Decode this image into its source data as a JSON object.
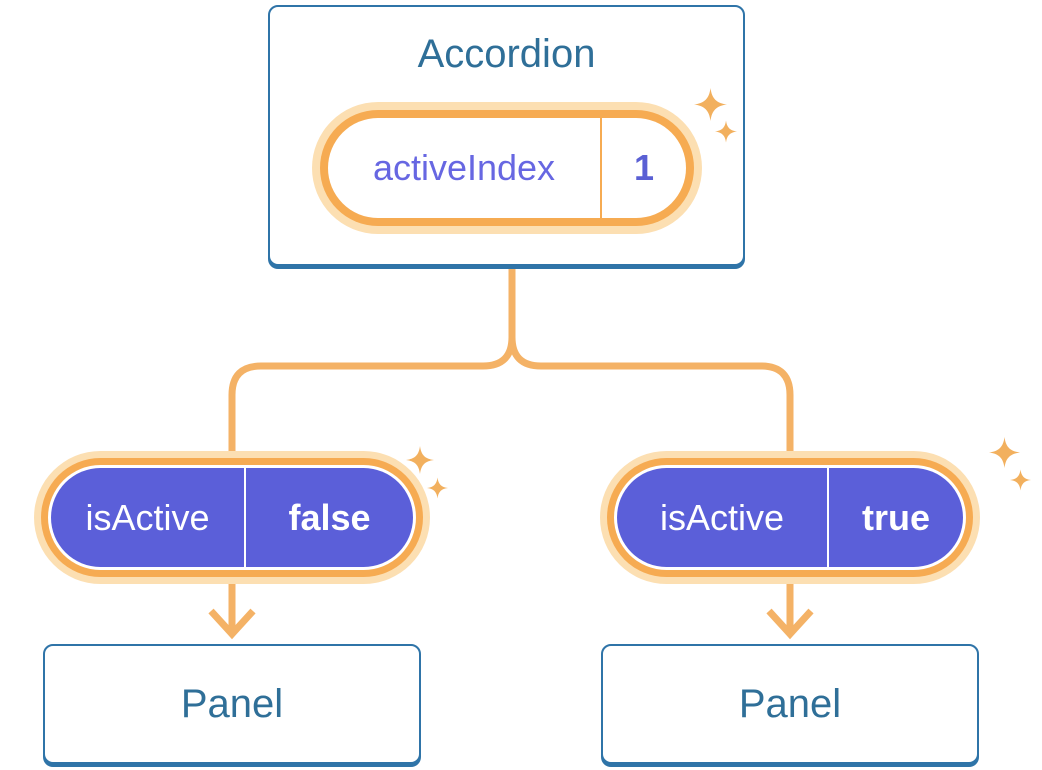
{
  "diagram": {
    "parent": {
      "title": "Accordion",
      "state_pill": {
        "label": "activeIndex",
        "value": "1"
      }
    },
    "children": [
      {
        "prop_pill": {
          "label": "isActive",
          "value": "false"
        },
        "node_title": "Panel"
      },
      {
        "prop_pill": {
          "label": "isActive",
          "value": "true"
        },
        "node_title": "Panel"
      }
    ]
  },
  "colors": {
    "background": "#ffffff",
    "card_border": "#2f74a8",
    "card_text": "#2f6f98",
    "connector": "#f4b266",
    "pill_ring": "#f6ab52",
    "pill_halo": "#fcdfb2",
    "pill_purple_fill": "#5b5fd9",
    "pill_label_purple": "#6767e2",
    "pill_value_purple": "#5a60d4",
    "pill_text_white": "#ffffff",
    "sparkle": "#f2b05e"
  }
}
